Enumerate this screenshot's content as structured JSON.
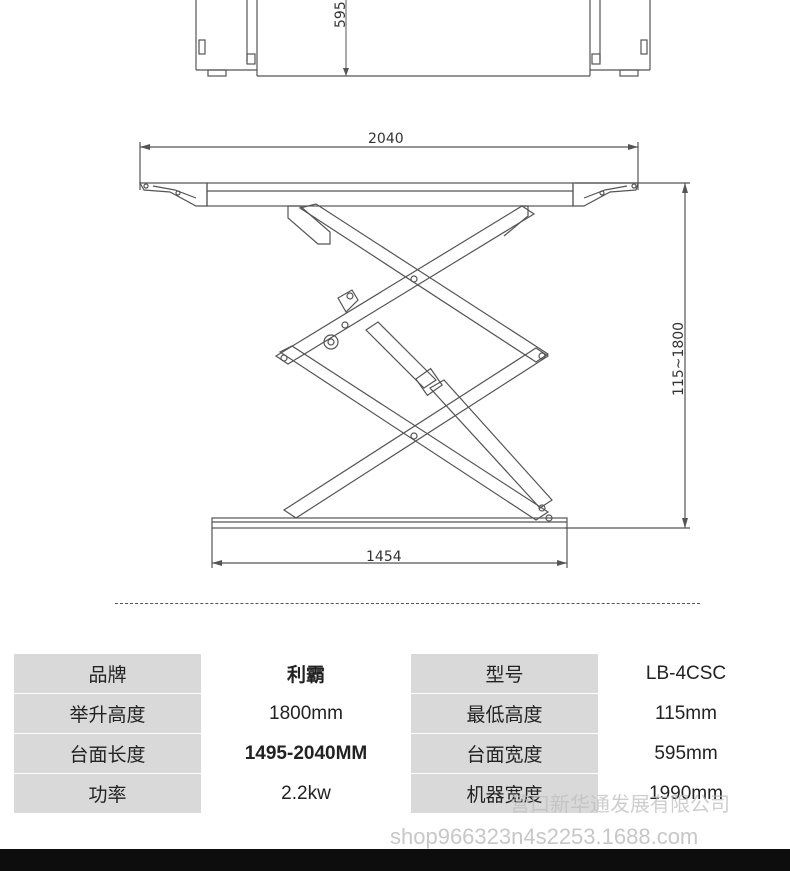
{
  "drawing": {
    "dim_width_top_partial": "595",
    "dim_platform_length": "2040",
    "dim_height_range": "115~1800",
    "dim_base_length": "1454"
  },
  "specs": {
    "rows": [
      {
        "label1": "品牌",
        "value1": "利霸",
        "label2": "型号",
        "value2": "LB-4CSC"
      },
      {
        "label1": "举升高度",
        "value1": "1800mm",
        "label2": "最低高度",
        "value2": "115mm"
      },
      {
        "label1": "台面长度",
        "value1": "1495-2040MM",
        "label2": "台面宽度",
        "value2": "595mm"
      },
      {
        "label1": "功率",
        "value1": "2.2kw",
        "label2": "机器宽度",
        "value2": "1990mm"
      }
    ]
  },
  "watermark": {
    "company": "营口新华通发展有限公司",
    "shop": "shop966323n4s2253.1688.com"
  }
}
